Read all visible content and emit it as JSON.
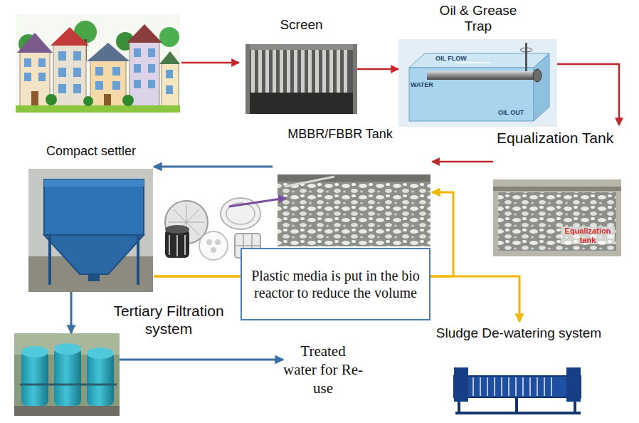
{
  "diagram": {
    "nodes": [
      {
        "text": [
          "Screen"
        ]
      },
      {
        "text": [
          "Oil & Grease Trap"
        ]
      },
      {
        "text": [
          "MBBR/FBBR Tank"
        ]
      },
      {
        "text": [
          "Equalization Tank"
        ]
      },
      {
        "text": [
          "Compact settler"
        ]
      },
      {
        "text": [
          "Plastic media is put in the bio reactor to reduce the volume"
        ]
      },
      {
        "text": [
          "Tertiary Filtration system"
        ]
      },
      {
        "text": [
          "Treated water for Re-use"
        ]
      },
      {
        "text": [
          "Sludge De-watering system"
        ]
      }
    ],
    "edges": [
      {
        "from": 0,
        "to": 1,
        "arrow": "to"
      },
      {
        "from": 1,
        "to": 3,
        "arrow": "to"
      },
      {
        "from": 3,
        "to": 2,
        "arrow": "to"
      },
      {
        "from": 2,
        "to": 4,
        "arrow": "to"
      },
      {
        "from": 4,
        "to": 6,
        "arrow": "to"
      },
      {
        "from": 6,
        "to": 7,
        "arrow": "to"
      },
      {
        "from": 4,
        "to": 2,
        "arrow": "to"
      },
      {
        "from": 4,
        "to": 8,
        "arrow": "to"
      }
    ],
    "labels": [
      "WATER",
      "OIL FLOW",
      "OIL OUT",
      "Equalization tank"
    ]
  }
}
